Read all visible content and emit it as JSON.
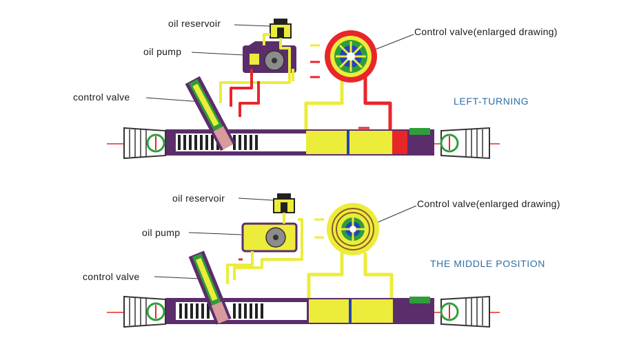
{
  "colors": {
    "housing": "#5b2d6b",
    "pressure_line": "#e8262a",
    "return_line": "#ecec3a",
    "valve_green": "#2e9e3a",
    "valve_blue": "#2444b8",
    "label_blue": "#2d6fa6"
  },
  "panels": [
    {
      "state_label": "LEFT-TURNING",
      "labels": {
        "oil_reservoir": "oil reservoir",
        "oil_pump": "oil pump",
        "control_valve": "control valve",
        "control_valve_enlarged": "Control valve(enlarged drawing)"
      }
    },
    {
      "state_label": "THE MIDDLE POSITION",
      "labels": {
        "oil_reservoir": "oil reservoir",
        "oil_pump": "oil pump",
        "control_valve": "control valve",
        "control_valve_enlarged": "Control valve(enlarged drawing)"
      }
    }
  ]
}
